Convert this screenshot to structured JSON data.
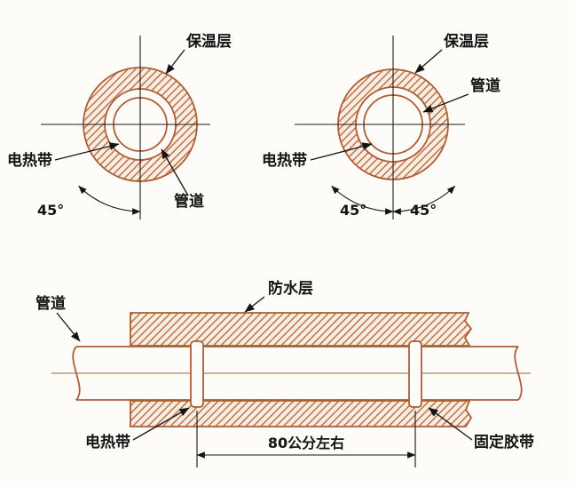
{
  "colors": {
    "background": "#fdfcf8",
    "diagram_line": "#ad5c34",
    "hatch_line": "#b5683c",
    "hatch_fill": "#faeee3",
    "annotation": "#141414"
  },
  "cross_section_left": {
    "insulation_label": "保温层",
    "heating_cable_label": "电热带",
    "pipe_label": "管道",
    "angle_label": "45°"
  },
  "cross_section_right": {
    "insulation_label": "保温层",
    "pipe_label": "管道",
    "heating_cable_label": "电热带",
    "angle_left_label": "45°",
    "angle_right_label": "45°"
  },
  "longitudinal_section": {
    "waterproof_label": "防水层",
    "pipe_label": "管道",
    "heating_cable_label": "电热带",
    "fixing_tape_label": "固定胶带",
    "spacing_label": "80公分左右"
  }
}
